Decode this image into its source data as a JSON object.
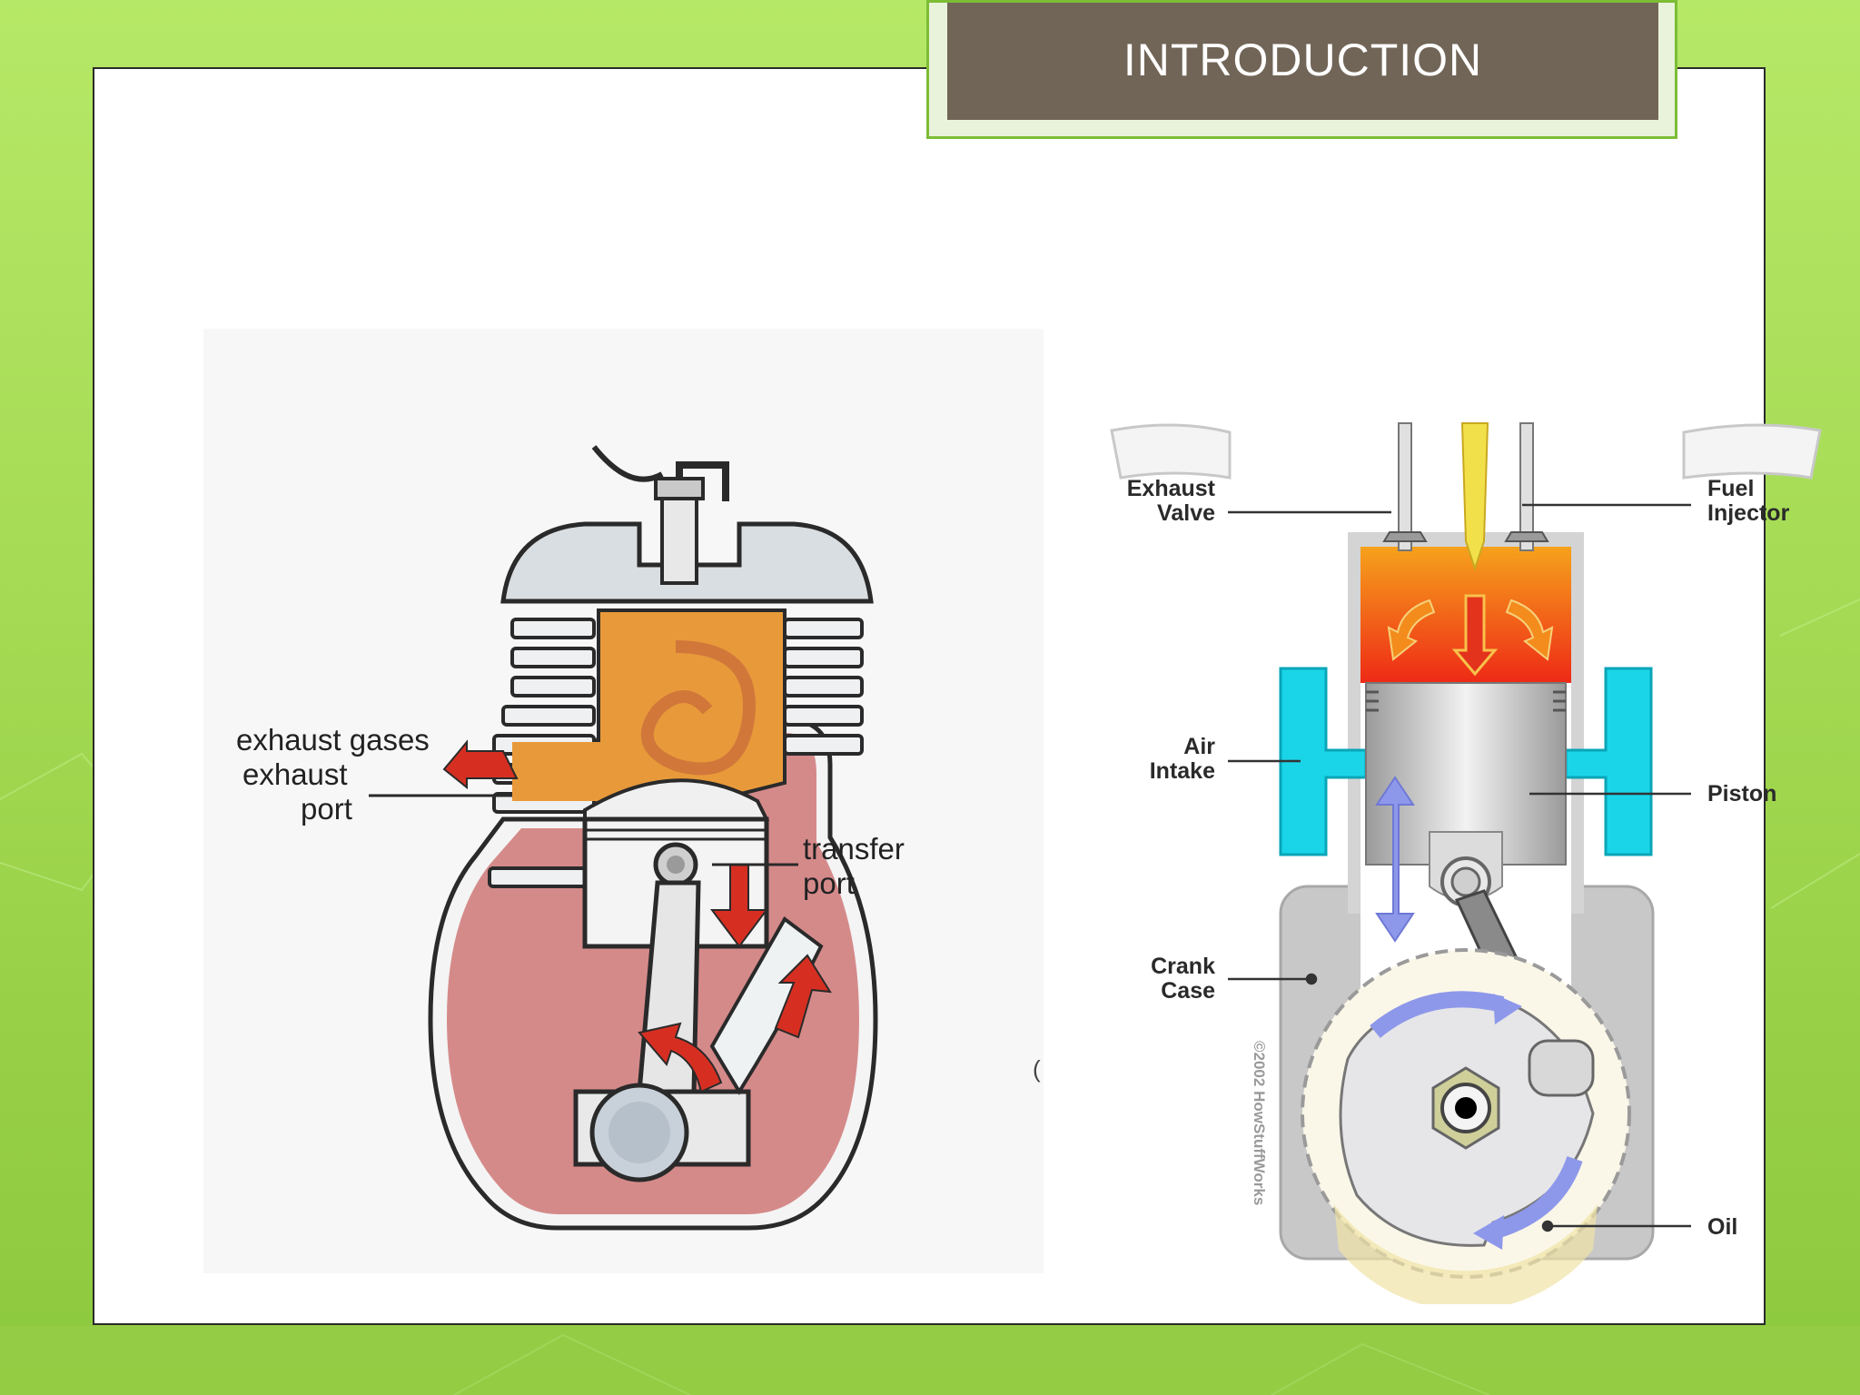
{
  "slide": {
    "title": "INTRODUCTION",
    "colors": {
      "background_green": "#a8dc55",
      "title_box": "#716557",
      "title_border": "#7cbd35",
      "panel": "#ffffff"
    }
  },
  "left_diagram": {
    "labels": {
      "exhaust_gases": "exhaust gases",
      "exhaust_port_line1": "exhaust",
      "exhaust_port_line2": "port",
      "transfer_port_line1": "transfer",
      "transfer_port_line2": "port"
    }
  },
  "right_diagram": {
    "labels": {
      "exhaust_valve_line1": "Exhaust",
      "exhaust_valve_line2": "Valve",
      "fuel_injector_line1": "Fuel",
      "fuel_injector_line2": "Injector",
      "air_intake_line1": "Air",
      "air_intake_line2": "Intake",
      "piston": "Piston",
      "crank_case_line1": "Crank",
      "crank_case_line2": "Case",
      "oil": "Oil",
      "copyright": "©2002 HowStuffWorks"
    }
  },
  "stray_mark": "("
}
